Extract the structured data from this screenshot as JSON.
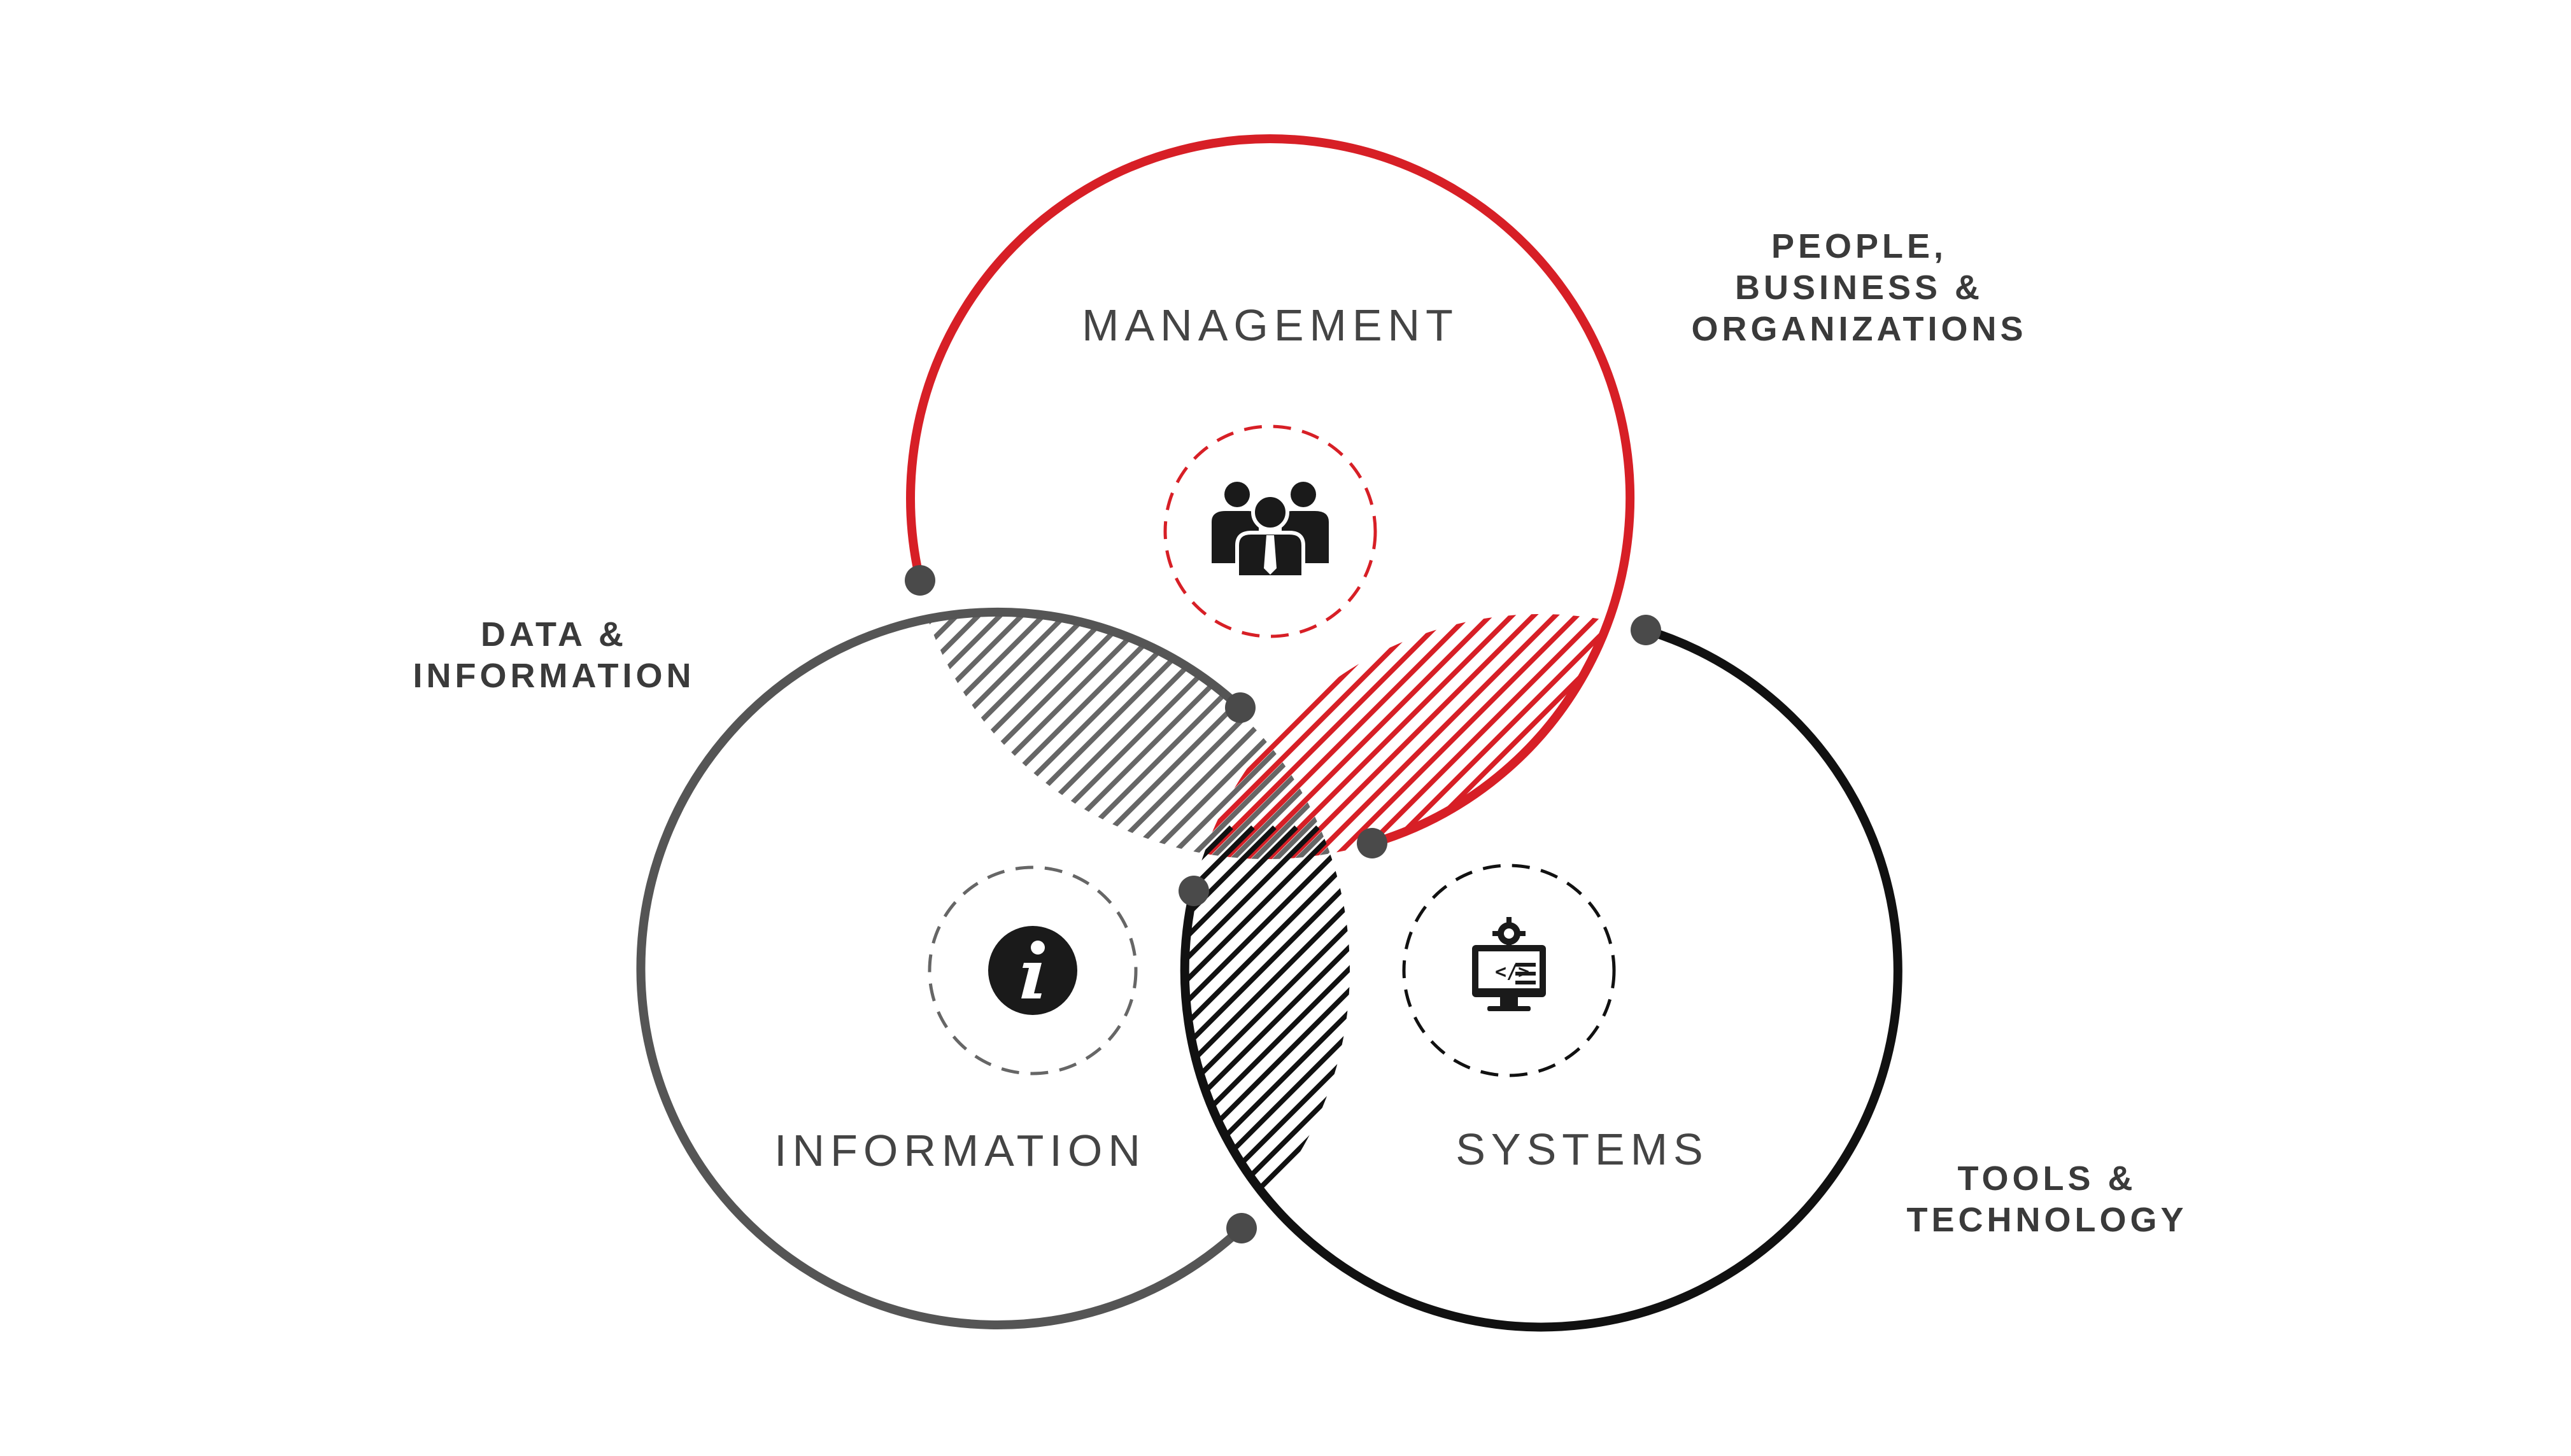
{
  "circles": {
    "management": {
      "label": "MANAGEMENT",
      "color": "#d71f26",
      "icon": "people-group-icon"
    },
    "information": {
      "label": "INFORMATION",
      "color": "#555555",
      "icon": "info-icon"
    },
    "systems": {
      "label": "SYSTEMS",
      "color": "#111111",
      "icon": "computer-code-gear-icon"
    }
  },
  "side_labels": {
    "management": [
      "PEOPLE,",
      "BUSINESS &",
      "ORGANIZATIONS"
    ],
    "information": [
      "DATA &",
      "INFORMATION"
    ],
    "systems": [
      "TOOLS &",
      "TECHNOLOGY"
    ]
  },
  "colors": {
    "accent_red": "#d71f26",
    "dark_gray": "#555555",
    "black": "#111111",
    "dot": "#4a4a4a"
  }
}
